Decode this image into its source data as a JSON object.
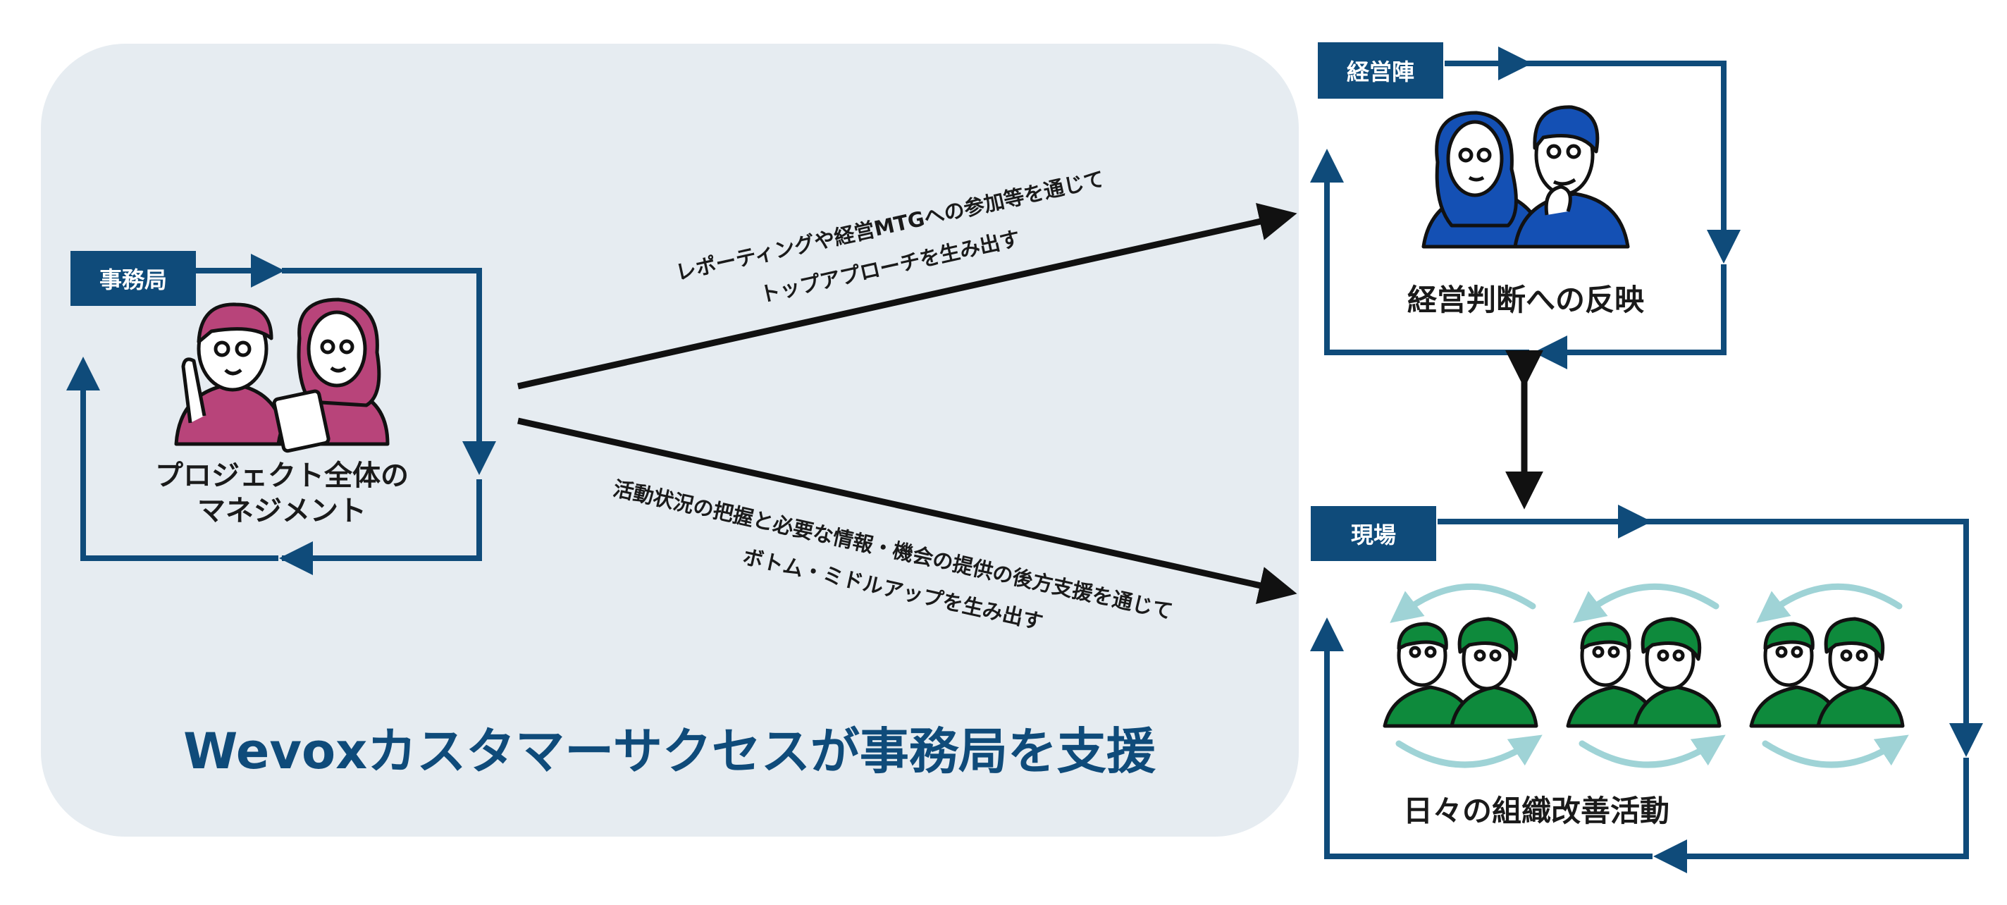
{
  "colors": {
    "navy": "#0f4b7a",
    "panel": "#e6ecf1",
    "magenta": "#b8447a",
    "blue": "#1450b4",
    "green": "#0e8a3c",
    "teal": "#9fd3d6",
    "black": "#111111"
  },
  "jimukyoku": {
    "tag": "事務局",
    "caption_line1": "プロジェクト全体の",
    "caption_line2": "マネジメント"
  },
  "keieijin": {
    "tag": "経営陣",
    "caption": "経営判断への反映"
  },
  "genba": {
    "tag": "現場",
    "caption": "日々の組織改善活動"
  },
  "arrow_top": {
    "line1": "レポーティングや経営MTGへの参加等を通じて",
    "line2": "トップアプローチを生み出す"
  },
  "arrow_bottom": {
    "line1": "活動状況の把握と必要な情報・機会の提供の後方支援を通じて",
    "line2": "ボトム・ミドルアップを生み出す"
  },
  "banner": "Wevoxカスタマーサクセスが事務局を支援",
  "icons": [
    "admin-staff-icon",
    "executives-icon",
    "frontline-team-icon",
    "cycle-arrow-icon"
  ]
}
